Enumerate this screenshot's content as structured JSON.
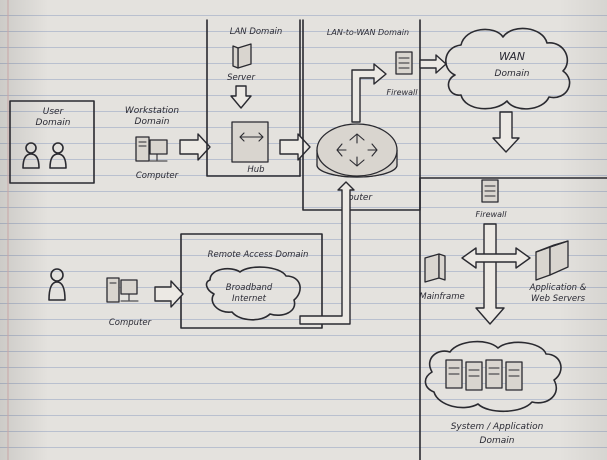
{
  "domains": {
    "user": {
      "line1": "User",
      "line2": "Domain"
    },
    "workstation": {
      "line1": "Workstation",
      "line2": "Domain",
      "device": "Computer"
    },
    "lan": {
      "title": "LAN Domain",
      "server": "Server",
      "hub": "Hub"
    },
    "lan_to_wan": {
      "title": "LAN-to-WAN Domain",
      "firewall": "Firewall",
      "router": "Router"
    },
    "wan": {
      "line1": "WAN",
      "line2": "Domain"
    },
    "remote": {
      "title": "Remote Access Domain",
      "device": "Computer",
      "cloud_line1": "Broadband",
      "cloud_line2": "Internet"
    },
    "system": {
      "firewall": "Firewall",
      "mainframe": "Mainframe",
      "app_line1": "Application &",
      "app_line2": "Web Servers",
      "domain_line1": "System / Application",
      "domain_line2": "Domain"
    }
  }
}
